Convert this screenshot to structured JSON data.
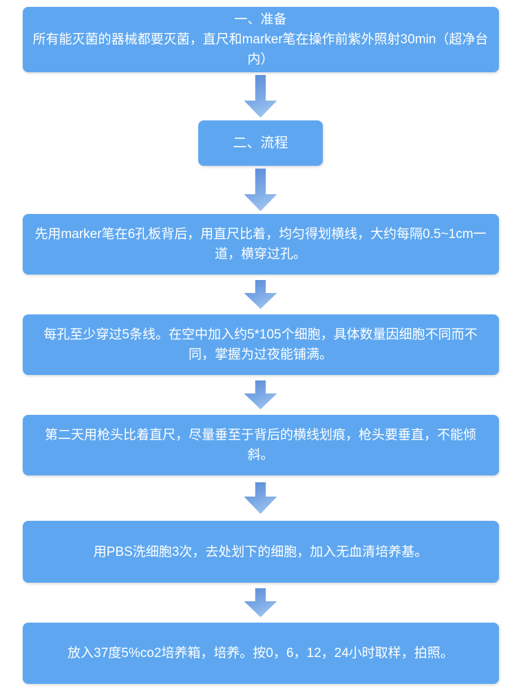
{
  "colors": {
    "background": "#FFFFFF",
    "node_fill": "#5EA7F0",
    "node_text": "#FFFFFF",
    "arrow_gradient_top": "#5687D7",
    "arrow_gradient_bottom": "#A9CDF3"
  },
  "flowchart": {
    "nodes": [
      {
        "title": "一、准备",
        "text": "所有能灭菌的器械都要灭菌，直尺和marker笔在操作前紫外照射30min（超净台内）"
      },
      {
        "text": "二、流程"
      },
      {
        "text": "先用marker笔在6孔板背后，用直尺比着，均匀得划横线，大约每隔0.5~1cm一道，横穿过孔。"
      },
      {
        "text": "每孔至少穿过5条线。在空中加入约5*105个细胞，具体数量因细胞不同而不同，掌握为过夜能铺满。"
      },
      {
        "text": "第二天用枪头比着直尺，尽量垂至于背后的横线划痕，枪头要垂直，不能倾斜。"
      },
      {
        "text": "用PBS洗细胞3次，去处划下的细胞，加入无血清培养基。"
      },
      {
        "text": "放入37度5%co2培养箱，培养。按0，6，12，24小时取样，拍照。"
      }
    ]
  }
}
